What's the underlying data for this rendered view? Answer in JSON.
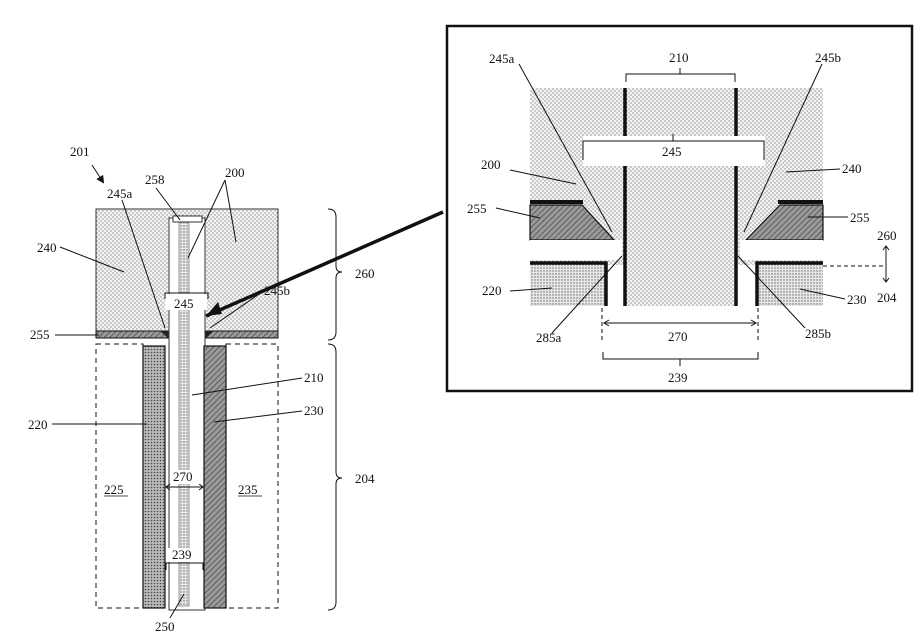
{
  "figure": {
    "main_refs": {
      "r201": "201",
      "r245a": "245a",
      "r258": "258",
      "r200": "200",
      "r240": "240",
      "r260": "260",
      "r245": "245",
      "r245b": "245b",
      "r255": "255",
      "r210": "210",
      "r220": "220",
      "r230": "230",
      "r225": "225",
      "r235": "235",
      "r204": "204",
      "r270": "270",
      "r239": "239",
      "r250": "250"
    },
    "inset_refs": {
      "r210": "210",
      "r245a": "245a",
      "r245b": "245b",
      "r245": "245",
      "r200": "200",
      "r240": "240",
      "r255_left": "255",
      "r255_right": "255",
      "r260": "260",
      "r220": "220",
      "r230": "230",
      "r204": "204",
      "r285a": "285a",
      "r285b": "285b",
      "r270": "270",
      "r239": "239"
    }
  }
}
